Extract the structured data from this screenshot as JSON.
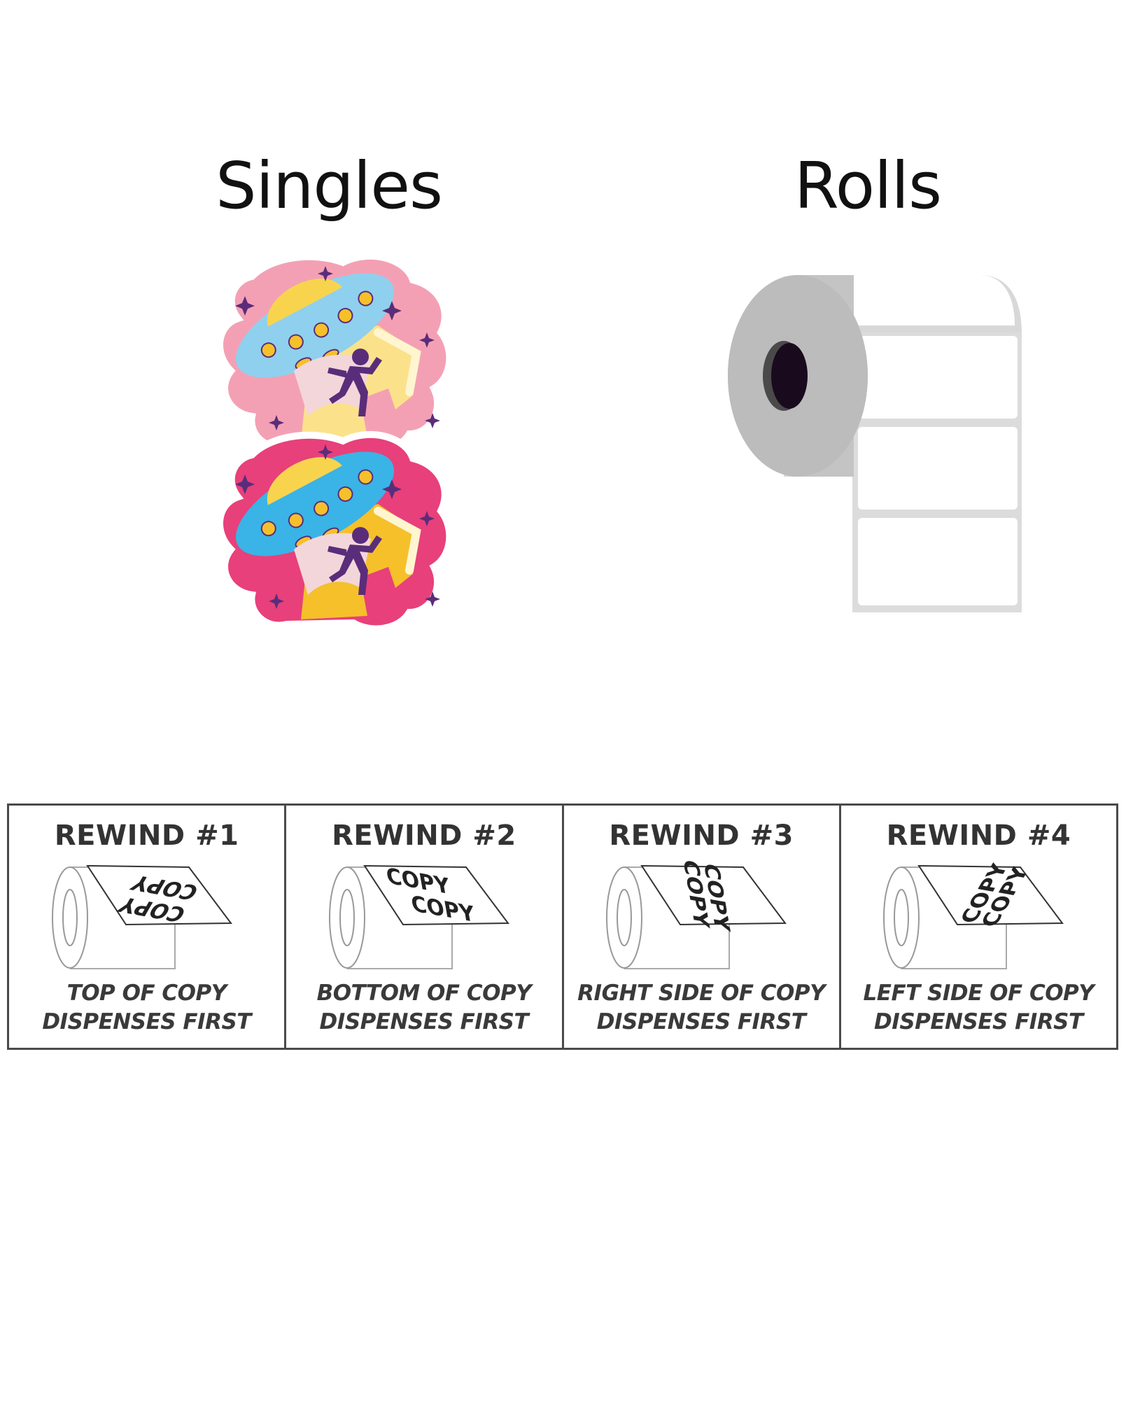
{
  "headings": {
    "singles": "Singles",
    "rolls": "Rolls"
  },
  "rewinds": [
    {
      "title": "REWIND #1",
      "caption_line1": "TOP OF COPY",
      "caption_line2": "DISPENSES FIRST",
      "label_text": "COPY"
    },
    {
      "title": "REWIND #2",
      "caption_line1": "BOTTOM OF COPY",
      "caption_line2": "DISPENSES FIRST",
      "label_text": "COPY"
    },
    {
      "title": "REWIND #3",
      "caption_line1": "RIGHT SIDE OF COPY",
      "caption_line2": "DISPENSES FIRST",
      "label_text": "COPY"
    },
    {
      "title": "REWIND #4",
      "caption_line1": "LEFT SIDE OF COPY",
      "caption_line2": "DISPENSES FIRST",
      "label_text": "COPY"
    }
  ],
  "colors": {
    "sticker_pink_light": "#f4a0b4",
    "sticker_pink_dark": "#e8407a",
    "ufo_blue_light": "#8fd0ee",
    "ufo_blue_dark": "#3ab3e6",
    "beam_yellow_light": "#fbe28a",
    "beam_yellow_dark": "#f5c02a",
    "alien_purple": "#5a2d7a",
    "roll_grey": "#bcbcbc",
    "border": "#4a4a4a"
  }
}
